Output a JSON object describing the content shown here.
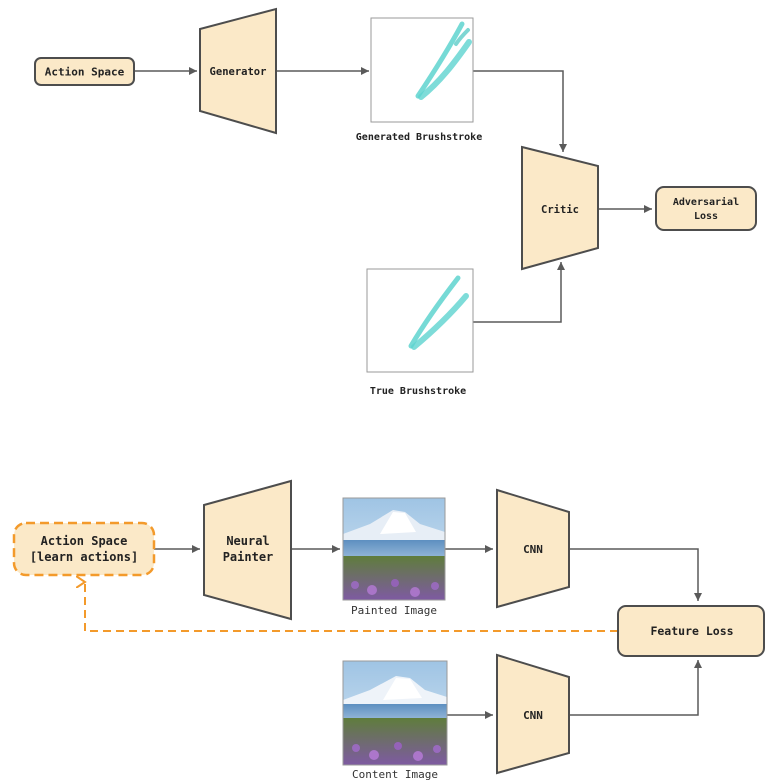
{
  "colors": {
    "node_fill": "#fbe9c8",
    "node_stroke": "#4d4d4d",
    "edge": "#5a5a5a",
    "accent_dashed": "#f39a2b",
    "brush": "#5ed3cf"
  },
  "top_diagram": {
    "action_space": "Action Space",
    "generator": "Generator",
    "generated_caption": "Generated Brushstroke",
    "critic": "Critic",
    "adversarial_loss_line1": "Adversarial",
    "adversarial_loss_line2": "Loss",
    "true_caption": "True Brushstroke"
  },
  "bottom_diagram": {
    "action_space_line1": "Action Space",
    "action_space_line2": "[learn actions]",
    "neural_painter_line1": "Neural",
    "neural_painter_line2": "Painter",
    "painted_caption": "Painted Image",
    "cnn_top": "CNN",
    "feature_loss": "Feature Loss",
    "content_caption": "Content Image",
    "cnn_bottom": "CNN"
  }
}
